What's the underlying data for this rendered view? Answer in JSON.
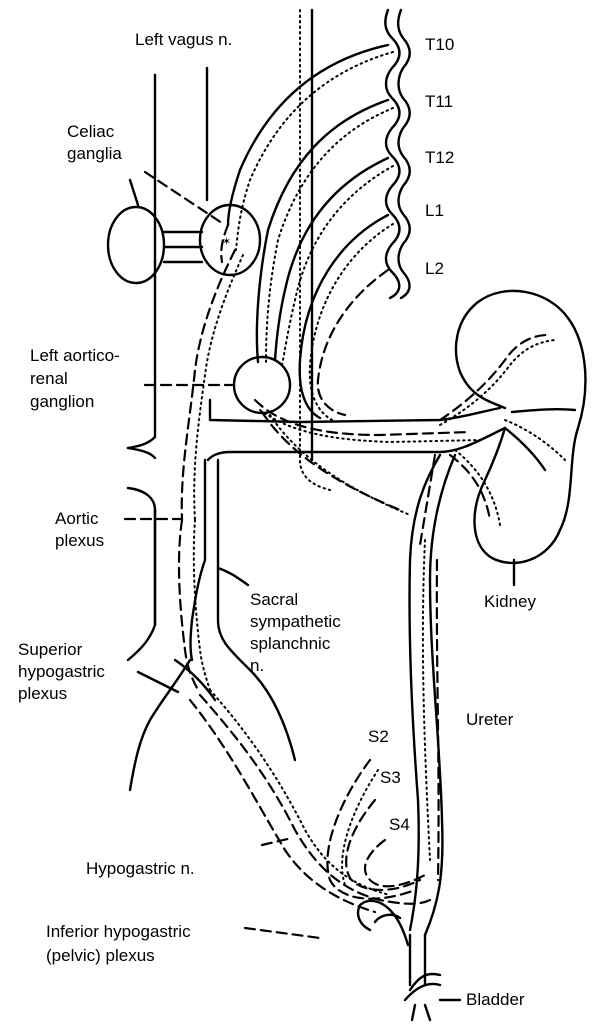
{
  "labels": {
    "left_vagus": "Left vagus n.",
    "celiac_1": "Celiac",
    "celiac_2": "ganglia",
    "t10": "T10",
    "t11": "T11",
    "t12": "T12",
    "l1": "L1",
    "l2": "L2",
    "aorticorenal_1": "Left aortico-",
    "aorticorenal_2": "renal",
    "aorticorenal_3": "ganglion",
    "aortic_1": "Aortic",
    "aortic_2": "plexus",
    "kidney": "Kidney",
    "sacral_1": "Sacral",
    "sacral_2": "sympathetic",
    "sacral_3": "splanchnic",
    "sacral_4": "n.",
    "superior_1": "Superior",
    "superior_2": "hypogastric",
    "superior_3": "plexus",
    "ureter": "Ureter",
    "s2": "S2",
    "s3": "S3",
    "s4": "S4",
    "hypogastric_n": "Hypogastric n.",
    "inferior_1": "Inferior hypogastric",
    "inferior_2": "(pelvic) plexus",
    "bladder": "Bladder"
  }
}
